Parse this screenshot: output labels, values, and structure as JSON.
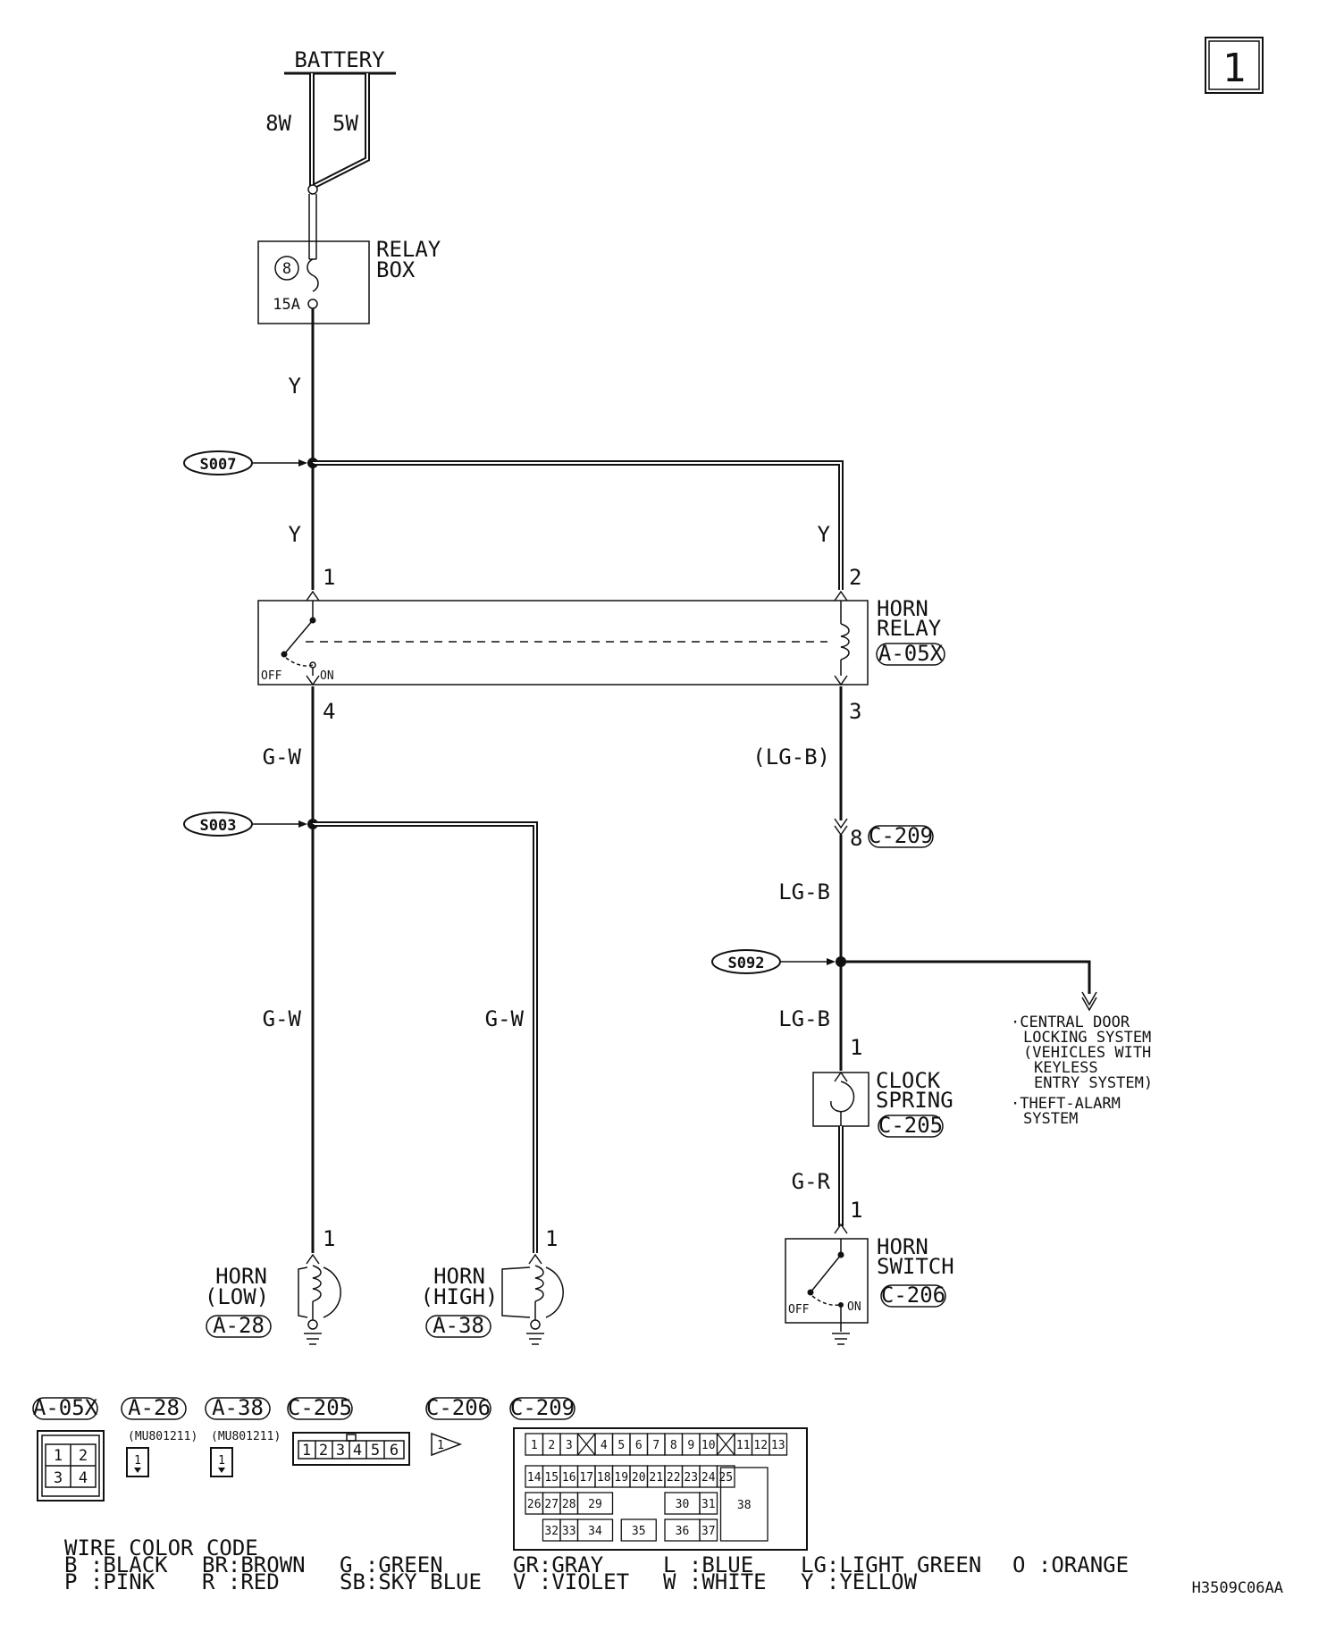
{
  "page_number": "1",
  "diagram_code": "H3509C06AA",
  "battery": {
    "label": "BATTERY",
    "wire_left": "8W",
    "wire_right": "5W"
  },
  "relay_box": {
    "label_line1": "RELAY",
    "label_line2": "BOX",
    "fuse_number": "8",
    "fuse_rating": "15A"
  },
  "wires": {
    "relaybox_to_s007": "Y",
    "s007_to_relay_left": "Y",
    "s007_to_relay_right": "Y",
    "relay_out_left": "G-W",
    "relay_out_right": "(LG-B)",
    "horn_low_feed": "G-W",
    "horn_high_feed": "G-W",
    "c209_to_s092": "LG-B",
    "s092_to_clock": "LG-B",
    "clock_to_switch": "G-R"
  },
  "splices": {
    "s007": "S007",
    "s003": "S003",
    "s092": "S092"
  },
  "horn_relay": {
    "label_line1": "HORN",
    "label_line2": "RELAY",
    "connector": "A-05X",
    "pin1": "1",
    "pin2": "2",
    "pin3": "3",
    "pin4": "4",
    "off": "OFF",
    "on": "ON"
  },
  "c209_pin": {
    "pin": "8",
    "connector": "C-209"
  },
  "clock_spring": {
    "label_line1": "CLOCK",
    "label_line2": "SPRING",
    "connector": "C-205",
    "pin": "1"
  },
  "horn_switch": {
    "label_line1": "HORN",
    "label_line2": "SWITCH",
    "connector": "C-206",
    "pin": "1",
    "off": "OFF",
    "on": "ON"
  },
  "horn_low": {
    "label_line1": "HORN",
    "label_line2": "(LOW)",
    "connector": "A-28",
    "pin": "1"
  },
  "horn_high": {
    "label_line1": "HORN",
    "label_line2": "(HIGH)",
    "connector": "A-38",
    "pin": "1"
  },
  "external_note": {
    "line1": "·CENTRAL DOOR",
    "line2": "LOCKING SYSTEM",
    "line3": "(VEHICLES WITH",
    "line4": "KEYLESS",
    "line5": "ENTRY SYSTEM)",
    "line6": "·THEFT-ALARM",
    "line7": "SYSTEM"
  },
  "connectors_legend": {
    "a05x": {
      "name": "A-05X",
      "pins": [
        "1",
        "2",
        "3",
        "4"
      ]
    },
    "a28": {
      "name": "A-28",
      "part": "(MU801211)",
      "pin": "1"
    },
    "a38": {
      "name": "A-38",
      "part": "(MU801211)",
      "pin": "1"
    },
    "c205": {
      "name": "C-205",
      "pins": [
        "1",
        "2",
        "3",
        "4",
        "5",
        "6"
      ]
    },
    "c206": {
      "name": "C-206",
      "pin": "1"
    },
    "c209": {
      "name": "C-209",
      "row1": [
        "1",
        "2",
        "3",
        "4",
        "5",
        "6",
        "7",
        "8",
        "9",
        "10",
        "11",
        "12",
        "13"
      ],
      "row2": [
        "14",
        "15",
        "16",
        "17",
        "18",
        "19",
        "20",
        "21",
        "22",
        "23",
        "24",
        "25"
      ],
      "row3": [
        "26",
        "27",
        "28",
        "29",
        "30",
        "31",
        "38"
      ],
      "row4": [
        "32",
        "33",
        "34",
        "35",
        "36",
        "37"
      ]
    }
  },
  "wire_color_code": {
    "title": "WIRE COLOR CODE",
    "row1": [
      "B :BLACK",
      "BR:BROWN",
      "G :GREEN",
      "GR:GRAY",
      "L :BLUE",
      "LG:LIGHT GREEN",
      "O :ORANGE"
    ],
    "row2": [
      "P :PINK",
      "R :RED",
      "SB:SKY BLUE",
      "V :VIOLET",
      "W :WHITE",
      "Y :YELLOW"
    ]
  }
}
